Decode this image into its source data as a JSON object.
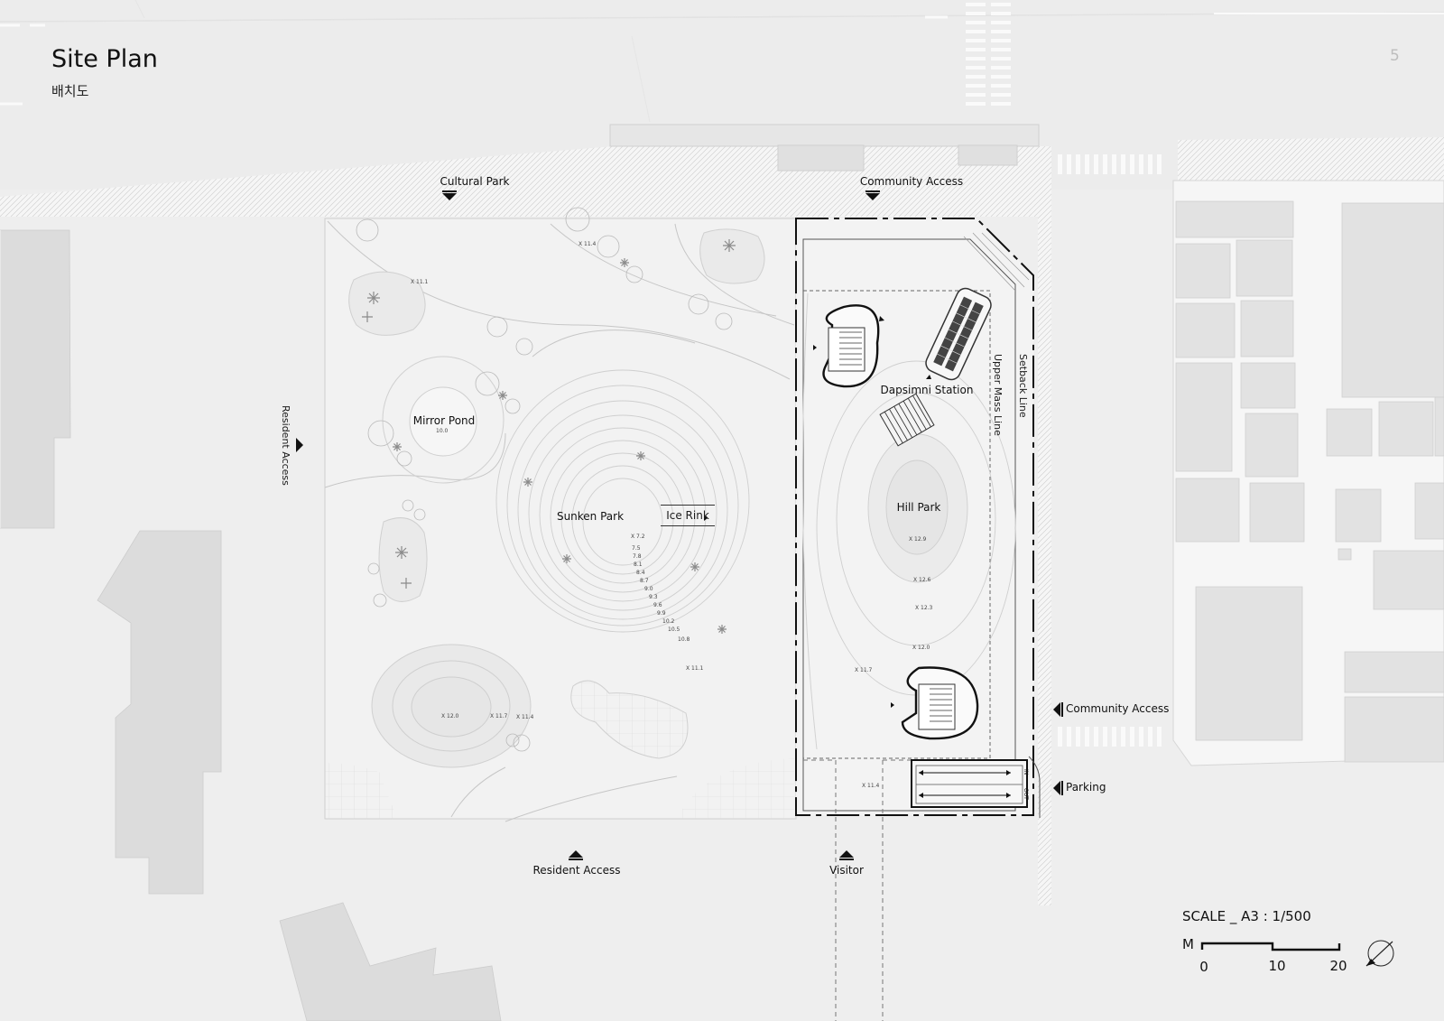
{
  "header": {
    "title": "Site Plan",
    "subtitle": "배치도",
    "page_number": "5"
  },
  "access": {
    "cultural_park": "Cultural Park",
    "community_access_top": "Community Access",
    "resident_access_left": "Resident Access",
    "community_access_right": "Community Access",
    "parking": "Parking",
    "resident_access_bottom": "Resident Access",
    "visitor": "Visitor"
  },
  "areas": {
    "mirror_pond": "Mirror Pond",
    "mirror_pond_elev": "10.0",
    "sunken_park": "Sunken Park",
    "ice_rink": "Ice Rink",
    "hill_park": "Hill Park",
    "station": "Dapsimni Station",
    "upper_mass_line": "Upper Mass Line",
    "setback_line": "Setback Line",
    "parking_in": "IN",
    "parking_out": "OUT"
  },
  "elevations": {
    "e1": "X 11.4",
    "e2": "X 11.1",
    "e3": "X 7.2",
    "e4": "7.5",
    "e5": "7.8",
    "e6": "8.1",
    "e7": "8.4",
    "e8": "8.7",
    "e9": "9.0",
    "e10": "9.3",
    "e11": "9.6",
    "e12": "9.9",
    "e13": "10.2",
    "e14": "10.5",
    "e15": "10.8",
    "e16": "X 11.1",
    "e17": "X 12.0",
    "e18": "X 11.7",
    "e19": "X 11.4",
    "e20": "X 12.9",
    "e21": "X 12.6",
    "e22": "X 12.3",
    "e23": "X 12.0",
    "e24": "X 11.7",
    "e25": "X 11.4"
  },
  "scale": {
    "title": "SCALE _ A3 : 1/500",
    "unit": "M",
    "tick_0": "0",
    "tick_10": "10",
    "tick_20": "20"
  }
}
